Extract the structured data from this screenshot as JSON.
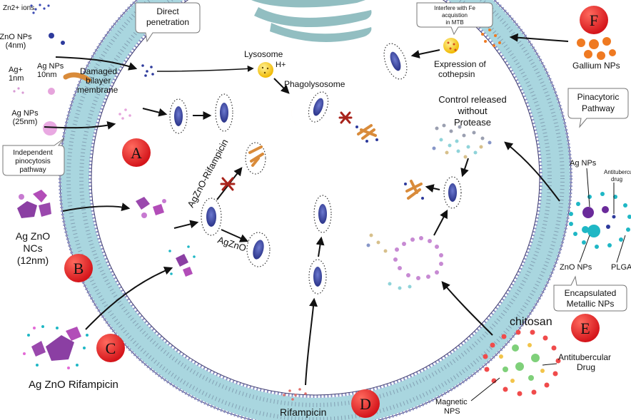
{
  "badges": [
    "A",
    "B",
    "C",
    "D",
    "E",
    "F"
  ],
  "labels": {
    "zn_ions": "Zn2+ ions",
    "direct_penetration": [
      "Direct",
      "penetration"
    ],
    "zno_nps": [
      "ZnO NPs",
      "(4nm)"
    ],
    "ag_ion": [
      "Ag+",
      "1nm"
    ],
    "ag_nps_10": [
      "Ag NPs",
      "10nm"
    ],
    "damaged_membrane": [
      "Damaged",
      "bilayer",
      "membrane"
    ],
    "ag_nps_25": [
      "Ag NPs",
      "(25nm)"
    ],
    "independent_pathway": [
      "Independent",
      "pinocytosis",
      "pathway"
    ],
    "lysosome": "Lysosome",
    "h_plus": "H+",
    "phagolysosome": "Phagolysosome",
    "agzno_rifampicin": "AgZnO-Rifampicin",
    "agzno": "AgZnO",
    "agzno_ncs": [
      "Ag ZnO",
      "NCs",
      "(12nm)"
    ],
    "agzno_rif_bottom": "Ag ZnO Rifampicin",
    "rifampicin": "Rifampicin",
    "fe_interfere": [
      "Interfere with Fe",
      "acquistion",
      "in MTB"
    ],
    "cothepsin": [
      "Expression of",
      "cothepsin"
    ],
    "gallium": "Gallium NPs",
    "pinacytoric": [
      "Pinacytoric",
      "Pathway"
    ],
    "control_released": [
      "Control released",
      "without",
      "Protease"
    ],
    "ag_nps_right": "Ag NPs",
    "antitubercular_drug_small": [
      "Antitubercular",
      "drug"
    ],
    "zno_nps_right": "ZnO NPs",
    "plga": "PLGA",
    "encapsulated": [
      "Encapsulated",
      "Metallic NPs"
    ],
    "chitosan": "chitosan",
    "antitubercular_drug": [
      "Antitubercular",
      "Drug"
    ],
    "magnetic": [
      "Magnetic",
      "NPS"
    ]
  },
  "colors": {
    "membrane_fill": "#a9d6df",
    "membrane_head": "#8a8fc4",
    "badge_red": "#e31e24",
    "bacterium": "#2f3d93",
    "lysosome_yellow": "#f6c500",
    "inhibit_red": "#a8231b",
    "drug_orange": "#d98b3a",
    "gallium_orange": "#ef7a22",
    "silver_purple": "#b24db8",
    "zno_cyan": "#1fb7c5"
  }
}
